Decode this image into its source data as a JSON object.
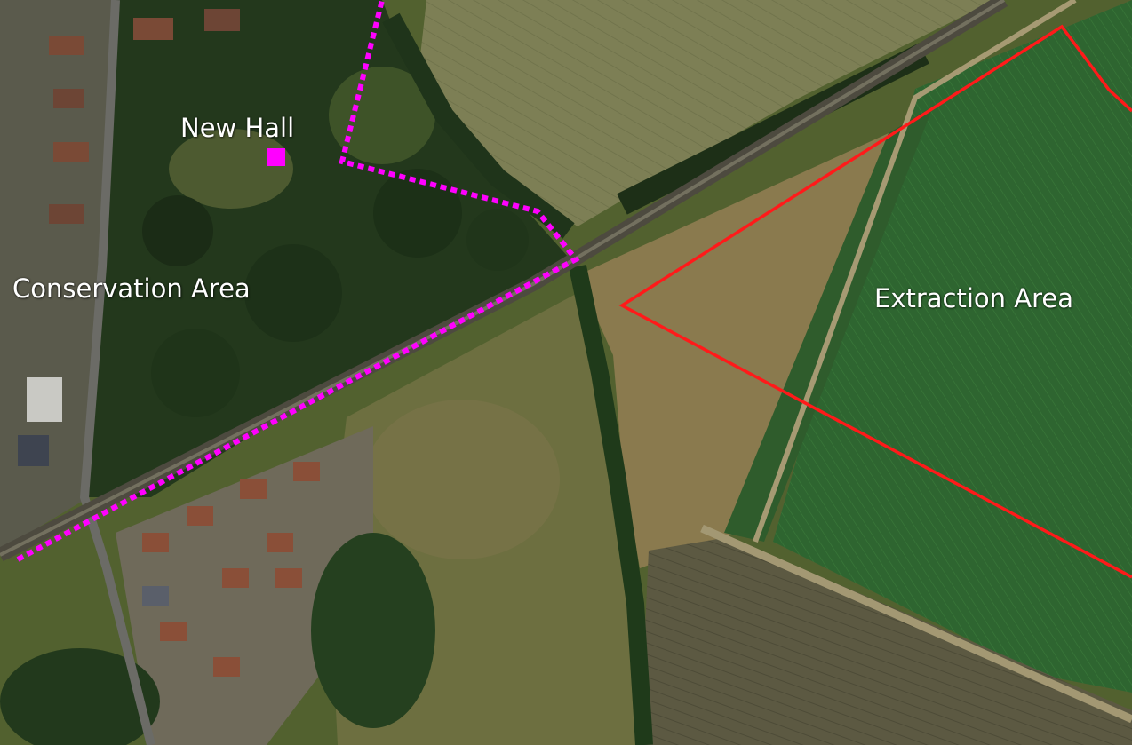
{
  "labels": {
    "new_hall": "New Hall",
    "conservation_area": "Conservation Area",
    "extraction_area": "Extraction Area"
  },
  "colors": {
    "conservation_boundary": "#ff00ff",
    "extraction_boundary": "#ff1a1a",
    "label_text": "#ffffff",
    "new_hall_marker": "#ff00ff"
  },
  "icons": {
    "new_hall_marker": "square-marker-icon"
  }
}
